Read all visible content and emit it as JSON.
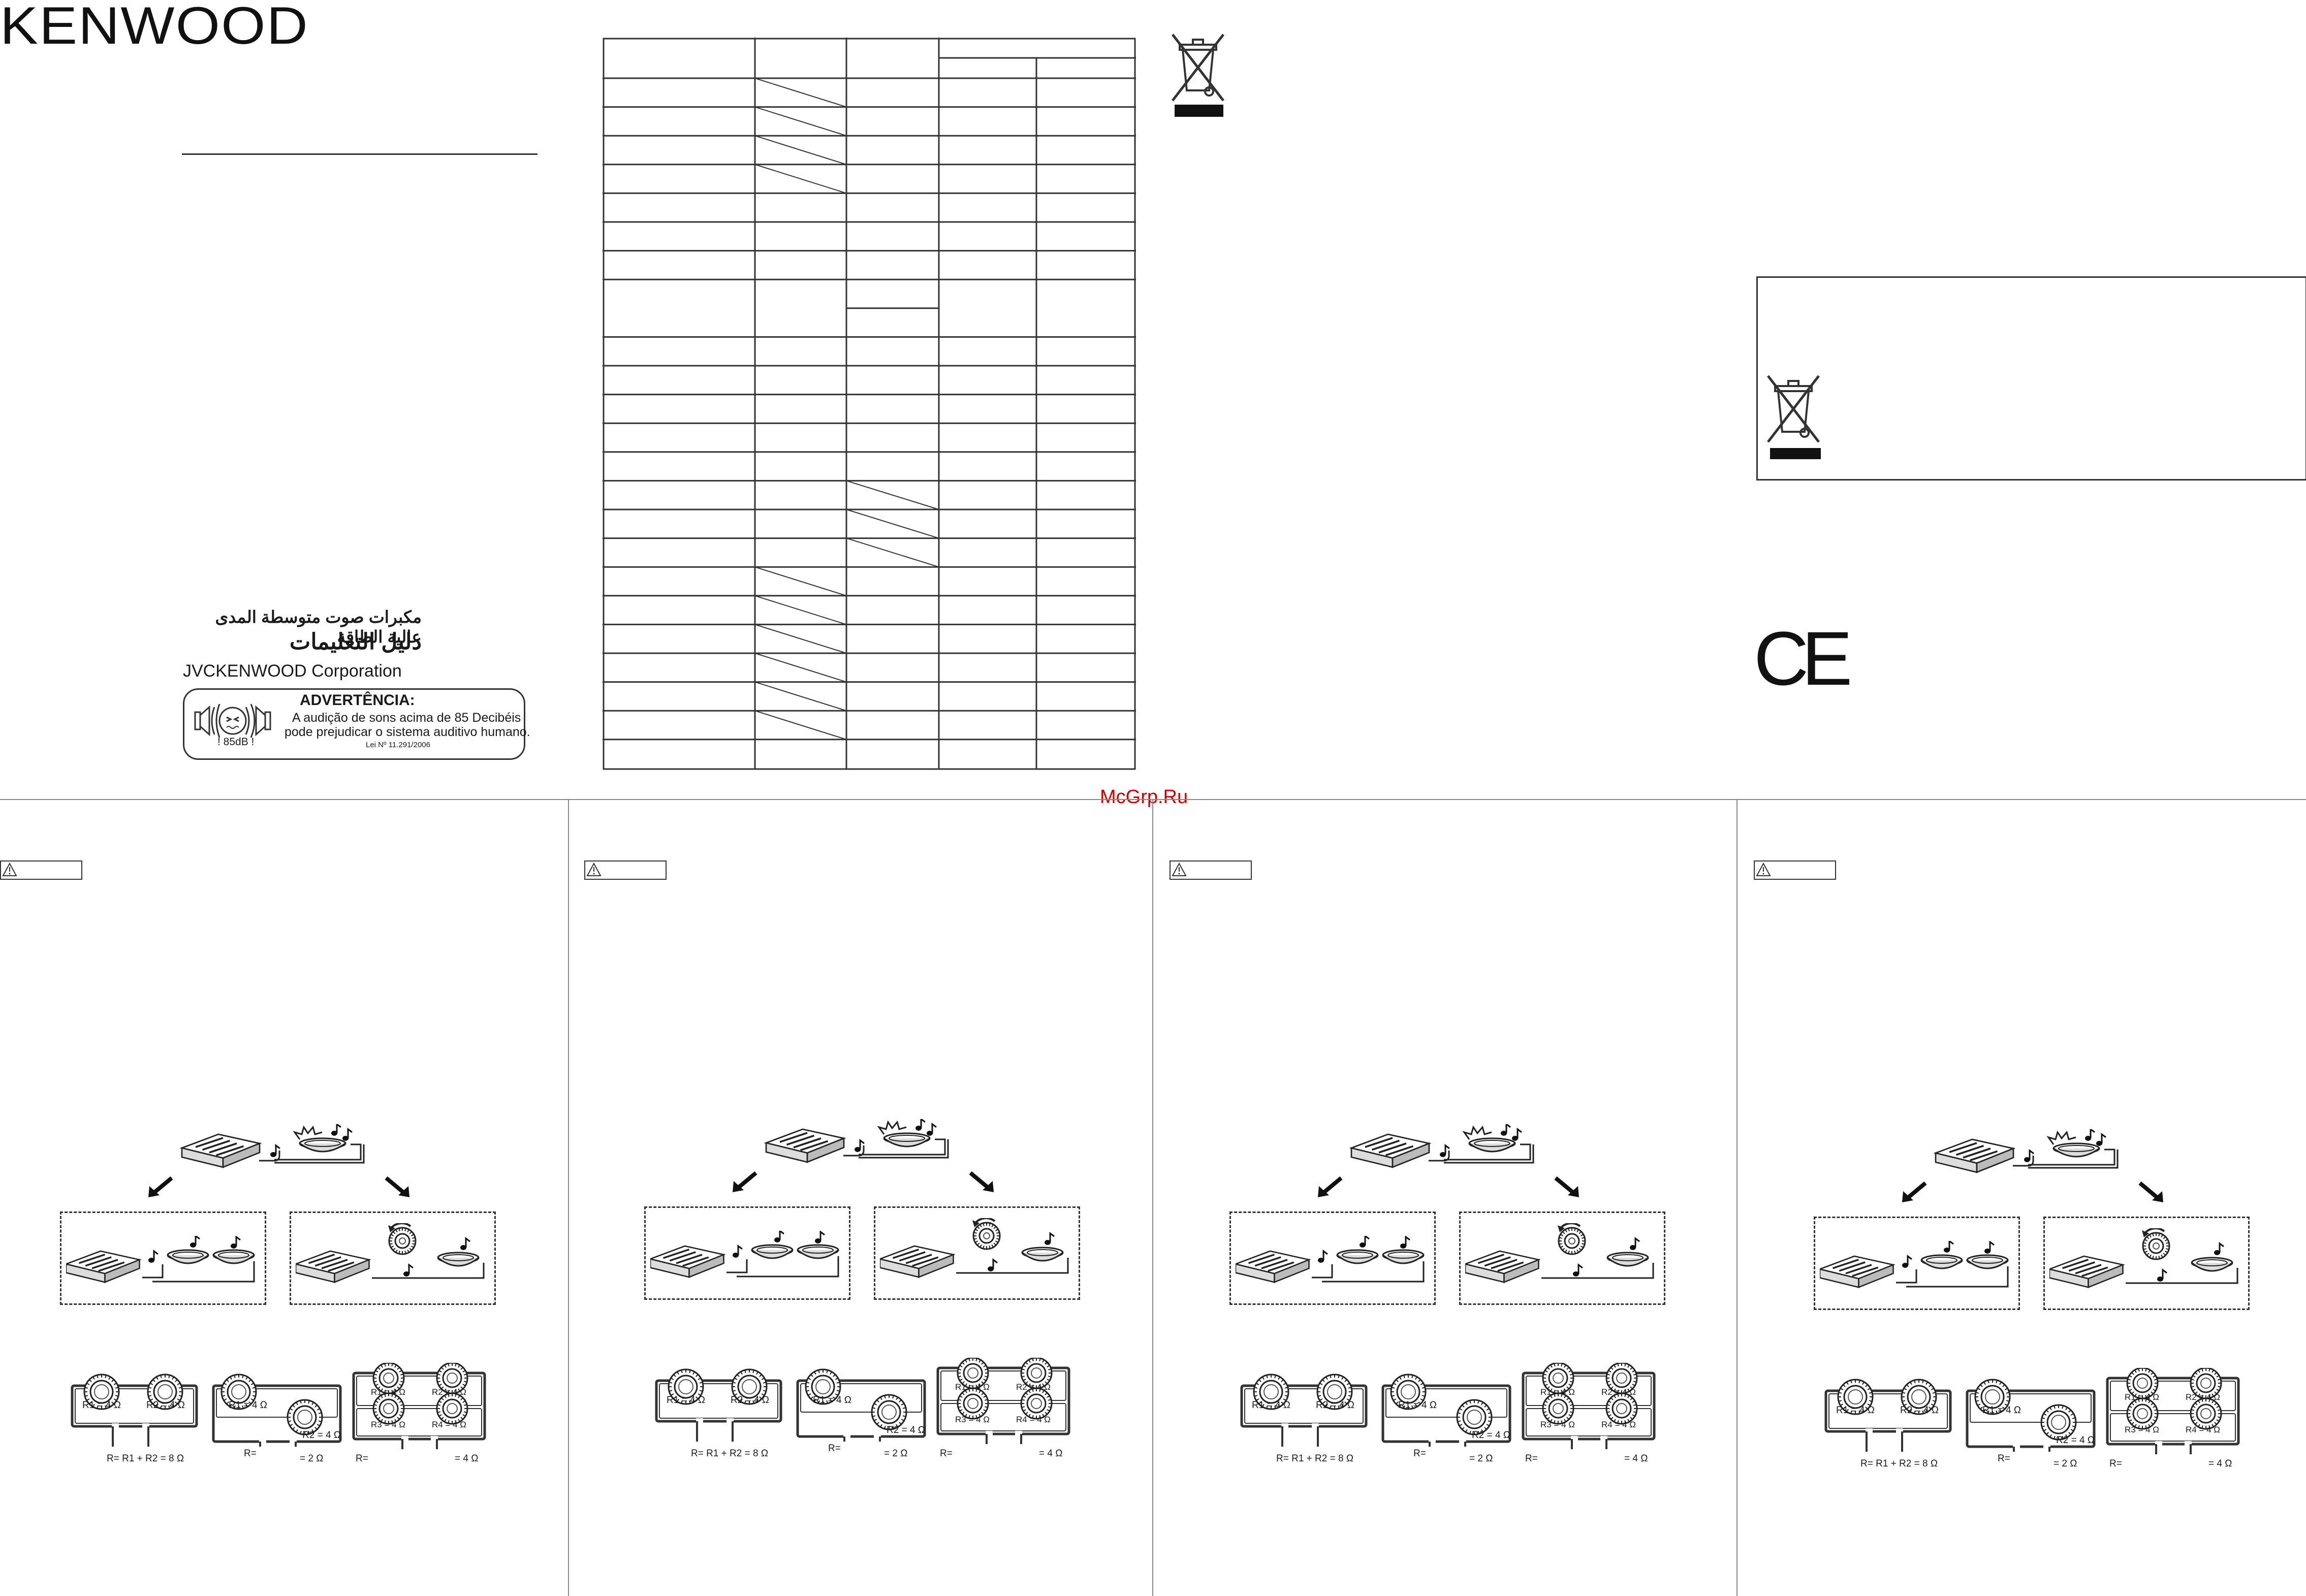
{
  "brand": "KENWOOD",
  "product_title_arabic": "مكبرات صوت متوسطة المدى عالية الطاقة",
  "manual_title_arabic": "دليل التعليمات",
  "company": "JVCKENWOOD Corporation",
  "hearing_warning": {
    "title": "ADVERTÊNCIA:",
    "line1": "A audição de sons acima de 85 Decibéis",
    "line2": "pode prejudicar o sistema auditivo humano.",
    "law": "Lei Nº 11.291/2006",
    "db_label": "85dB"
  },
  "watermark": "McGrp.Ru",
  "icons": {
    "weee": "crossed-out-wheeled-bin-icon",
    "ce": "ce-mark",
    "caution": "warning-triangle-icon"
  },
  "ce_mark": "CE",
  "panels": [
    {
      "formulas": {
        "r1": "R1 = 4 Ω",
        "r2": "R2 = 4 Ω",
        "r3": "R3 = 4 Ω",
        "r4": "R4 = 4 Ω",
        "series": "R= R1 + R2 = 8 Ω",
        "parallel": "= 2 Ω",
        "mixed": "= 4 Ω"
      }
    },
    {
      "formulas": {
        "r1": "R1 = 4 Ω",
        "r2": "R2 = 4 Ω",
        "r3": "R3 = 4 Ω",
        "r4": "R4 = 4 Ω",
        "series": "R= R1 + R2 = 8 Ω",
        "parallel": "= 2 Ω",
        "mixed": "= 4 Ω"
      }
    },
    {
      "formulas": {
        "r1": "R1 = 4 Ω",
        "r2": "R2 = 4 Ω",
        "r3": "R3 = 4 Ω",
        "r4": "R4 = 4 Ω",
        "series": "R= R1 + R2 = 8 Ω",
        "parallel": "= 2 Ω",
        "mixed": "= 4 Ω"
      }
    },
    {
      "formulas": {
        "r1": "R1 = 4 Ω",
        "r2": "R2 = 4 Ω",
        "r3": "R3 = 4 Ω",
        "r4": "R4 = 4 Ω",
        "series": "R= R1 + R2 = 8 Ω",
        "parallel": "= 2 Ω",
        "mixed": "= 4 Ω"
      }
    }
  ]
}
